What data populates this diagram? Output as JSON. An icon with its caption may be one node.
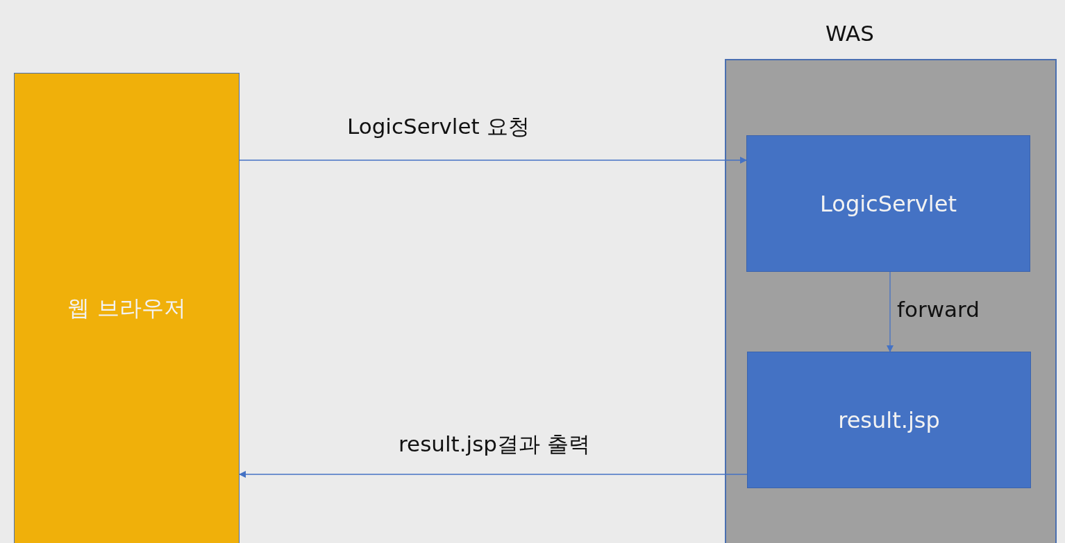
{
  "diagram": {
    "nodes": [
      {
        "text": [
          "웹 브라우저"
        ]
      },
      {
        "text": [
          "WAS"
        ]
      },
      {
        "text": [
          "LogicServlet"
        ],
        "in": 1
      },
      {
        "text": [
          "result.jsp"
        ],
        "in": 1
      }
    ],
    "edges": [
      {
        "from": 0,
        "to": 2,
        "arrow": "to",
        "label": "LogicServlet 요청"
      },
      {
        "from": 2,
        "to": 3,
        "arrow": "to",
        "label": "forward"
      },
      {
        "from": 3,
        "to": 0,
        "arrow": "to",
        "label": "result.jsp결과 출력"
      }
    ]
  }
}
